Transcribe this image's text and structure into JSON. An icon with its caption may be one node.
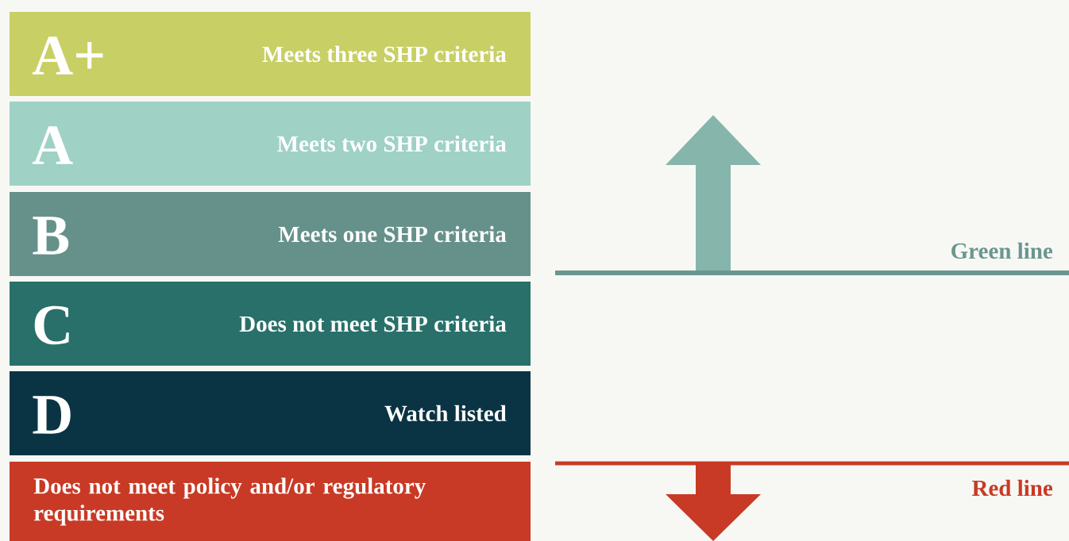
{
  "diagram": {
    "nodes": [
      {
        "text": [
          "A+",
          "Meets three SHP criteria"
        ]
      },
      {
        "text": [
          "A",
          "Meets two SHP criteria"
        ]
      },
      {
        "text": [
          "B",
          "Meets one SHP criteria"
        ]
      },
      {
        "text": [
          "C",
          "Does not meet SHP criteria"
        ]
      },
      {
        "text": [
          "D",
          "Watch listed"
        ]
      },
      {
        "text": [
          "Does not meet policy and/or regulatory requirements"
        ]
      }
    ],
    "labels": [
      "Green line",
      "Red line"
    ]
  }
}
